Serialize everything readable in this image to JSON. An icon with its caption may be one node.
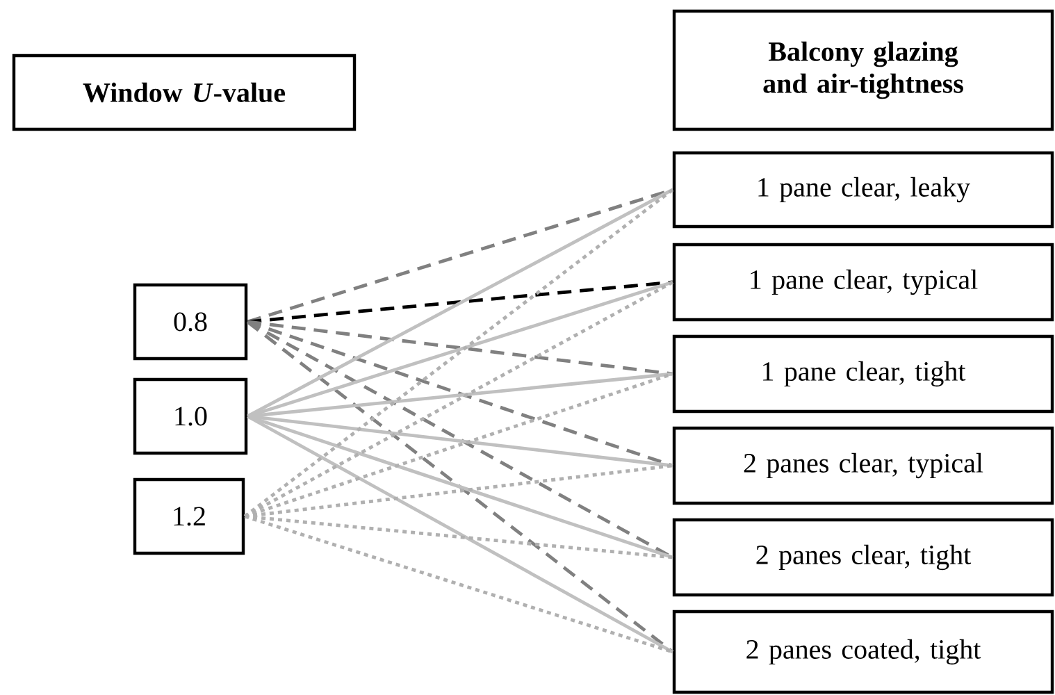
{
  "diagram": {
    "nodes": [
      {
        "text": [
          "Window *U*-value"
        ]
      },
      {
        "text": [
          "Balcony glazing and air-tightness"
        ]
      },
      {
        "text": [
          "0.8"
        ]
      },
      {
        "text": [
          "1.0"
        ]
      },
      {
        "text": [
          "1.2"
        ]
      },
      {
        "text": [
          "1 pane clear, leaky"
        ]
      },
      {
        "text": [
          "1 pane clear, typical"
        ]
      },
      {
        "text": [
          "1 pane clear, tight"
        ]
      },
      {
        "text": [
          "2 panes clear, typical"
        ]
      },
      {
        "text": [
          "2 panes clear, tight"
        ]
      },
      {
        "text": [
          "2 panes coated, tight"
        ]
      }
    ],
    "edges": [
      {
        "from": 2,
        "to": 5,
        "arrow": "none",
        "style": "dashed",
        "color": "#808080"
      },
      {
        "from": 2,
        "to": 6,
        "arrow": "none",
        "style": "dashed",
        "color": "#000000"
      },
      {
        "from": 2,
        "to": 7,
        "arrow": "none",
        "style": "dashed",
        "color": "#808080"
      },
      {
        "from": 2,
        "to": 8,
        "arrow": "none",
        "style": "dashed",
        "color": "#808080"
      },
      {
        "from": 2,
        "to": 9,
        "arrow": "none",
        "style": "dashed",
        "color": "#808080"
      },
      {
        "from": 2,
        "to": 10,
        "arrow": "none",
        "style": "dashed",
        "color": "#808080"
      },
      {
        "from": 3,
        "to": 5,
        "arrow": "none",
        "color": "#c0c0c0"
      },
      {
        "from": 3,
        "to": 6,
        "arrow": "none",
        "color": "#c0c0c0"
      },
      {
        "from": 3,
        "to": 7,
        "arrow": "none",
        "color": "#c0c0c0"
      },
      {
        "from": 3,
        "to": 8,
        "arrow": "none",
        "color": "#c0c0c0"
      },
      {
        "from": 3,
        "to": 9,
        "arrow": "none",
        "color": "#c0c0c0"
      },
      {
        "from": 3,
        "to": 10,
        "arrow": "none",
        "color": "#c0c0c0"
      },
      {
        "from": 4,
        "to": 5,
        "arrow": "none",
        "style": "dashed",
        "color": "#b0b0b0"
      },
      {
        "from": 4,
        "to": 6,
        "arrow": "none",
        "style": "dashed",
        "color": "#b0b0b0"
      },
      {
        "from": 4,
        "to": 7,
        "arrow": "none",
        "style": "dashed",
        "color": "#b0b0b0"
      },
      {
        "from": 4,
        "to": 8,
        "arrow": "none",
        "style": "dashed",
        "color": "#b0b0b0"
      },
      {
        "from": 4,
        "to": 9,
        "arrow": "none",
        "style": "dashed",
        "color": "#b0b0b0"
      },
      {
        "from": 4,
        "to": 10,
        "arrow": "none",
        "style": "dashed",
        "color": "#b0b0b0"
      }
    ]
  }
}
